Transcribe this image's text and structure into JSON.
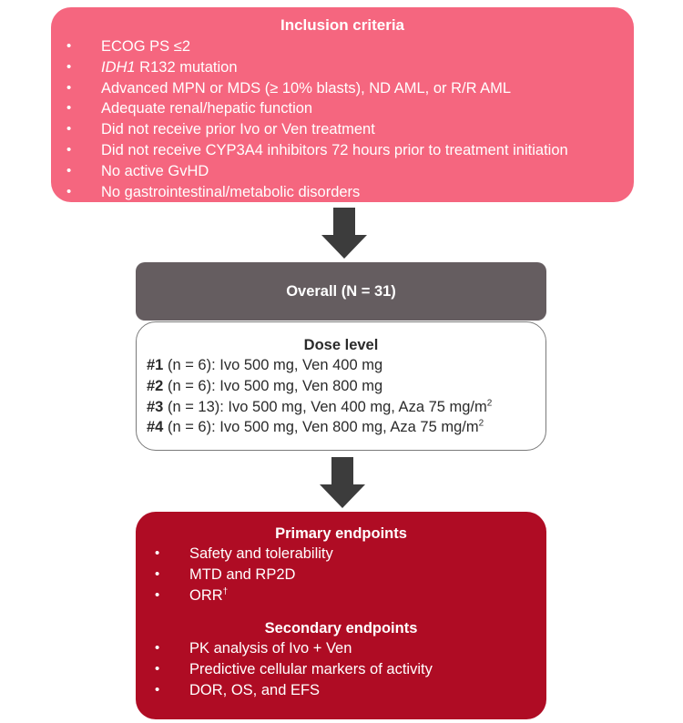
{
  "inclusion": {
    "title": "Inclusion criteria",
    "items": [
      {
        "pre": "",
        "italic": "",
        "text": "ECOG PS ≤2"
      },
      {
        "pre": "",
        "italic": "IDH1",
        "text": " R132 mutation"
      },
      {
        "pre": "",
        "italic": "",
        "text": "Advanced MPN or MDS (≥ 10% blasts), ND AML, or R/R AML"
      },
      {
        "pre": "",
        "italic": "",
        "text": "Adequate renal/hepatic function"
      },
      {
        "pre": "",
        "italic": "",
        "text": "Did not receive prior Ivo or Ven treatment"
      },
      {
        "pre": "",
        "italic": "",
        "text": "Did not receive CYP3A4 inhibitors 72 hours prior to treatment initiation"
      },
      {
        "pre": "",
        "italic": "",
        "text": "No active GvHD"
      },
      {
        "pre": "",
        "italic": "",
        "text": "No gastrointestinal/metabolic disorders"
      }
    ],
    "bullet": "•"
  },
  "overall": {
    "label": "Overall (N = 31)"
  },
  "dose": {
    "title": "Dose level",
    "rows": [
      {
        "id": "#1",
        "text": " (n = 6): Ivo 500 mg, Ven 400 mg",
        "sup": ""
      },
      {
        "id": "#2",
        "text": " (n = 6): Ivo 500 mg, Ven 800 mg",
        "sup": ""
      },
      {
        "id": "#3",
        "text": " (n = 13): Ivo 500 mg, Ven 400 mg, Aza 75 mg/m",
        "sup": "2"
      },
      {
        "id": "#4",
        "text": " (n = 6): Ivo 500 mg, Ven 800 mg, Aza 75 mg/m",
        "sup": "2"
      }
    ]
  },
  "primary": {
    "title": "Primary endpoints",
    "items": [
      {
        "text": "Safety and tolerability",
        "sup": ""
      },
      {
        "text": "MTD and RP2D",
        "sup": ""
      },
      {
        "text": "ORR",
        "sup": "†"
      }
    ]
  },
  "secondary": {
    "title": "Secondary endpoints",
    "items": [
      {
        "text": "PK analysis of Ivo + Ven",
        "sup": ""
      },
      {
        "text": "Predictive cellular markers of activity",
        "sup": ""
      },
      {
        "text": "DOR, OS, and EFS",
        "sup": ""
      }
    ]
  },
  "colors": {
    "inclusion_bg": "#f5667f",
    "overall_bg": "#655d60",
    "endpoints_bg": "#af0c24",
    "arrow": "#3c3c3c"
  }
}
